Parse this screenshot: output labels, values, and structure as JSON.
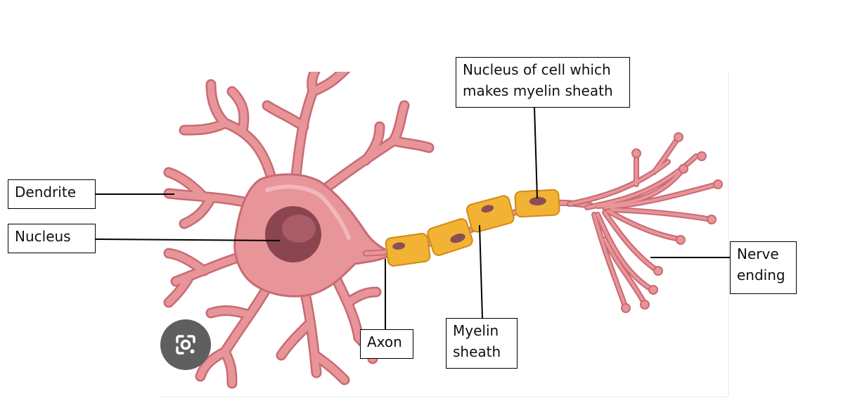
{
  "labels": {
    "dendrite": "Dendrite",
    "nucleus": "Nucleus",
    "axon": "Axon",
    "myelin_sheath": "Myelin\nsheath",
    "schwann_nucleus": "Nucleus of cell which\nmakes myelin sheath",
    "nerve_ending": "Nerve\nending"
  },
  "icons": {
    "lens": "image-search-lens-icon"
  },
  "colors": {
    "neuron_fill": "#e8959a",
    "neuron_stroke": "#c96a72",
    "nucleus_fill": "#8a4550",
    "myelin_fill": "#f2b233",
    "myelin_stroke": "#d08a1a",
    "myelin_nucleus": "#8a4e55",
    "lens_bg": "#5f5f5f"
  }
}
